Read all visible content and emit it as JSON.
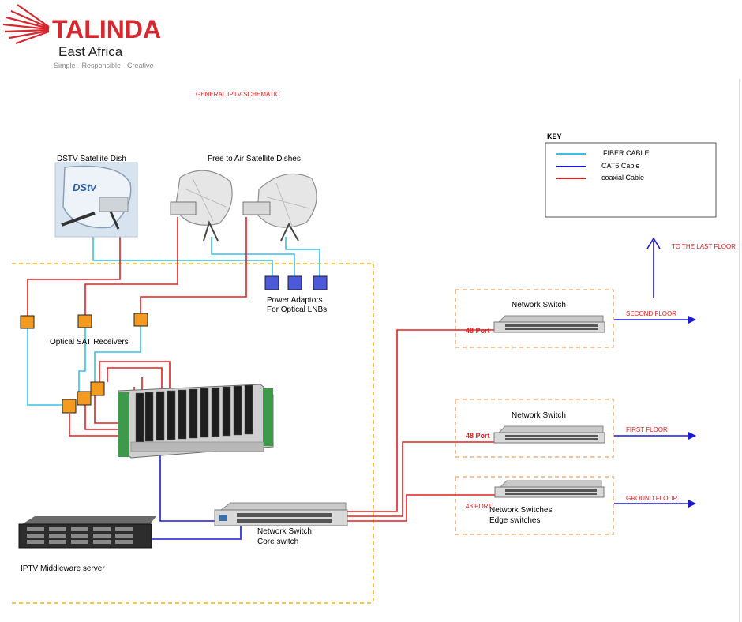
{
  "brand": {
    "name": "TALINDA",
    "region": "East Africa",
    "tagline": "Simple · Responsible · Creative"
  },
  "title": "GENERAL IPTV SCHEMATIC",
  "key": {
    "heading": "KEY",
    "items": [
      {
        "label": "FIBER CABLE",
        "color": "#36c1e8"
      },
      {
        "label": "CAT6 Cable",
        "color": "#1a1ad6"
      },
      {
        "label": "coaxial Cable",
        "color": "#e32020"
      }
    ]
  },
  "labels": {
    "dstv_dish": "DSTV Satellite Dish",
    "dstv_logo": "DStv",
    "fta_dishes": "Free to Air Satellite Dishes",
    "power_adaptors_1": "Power Adaptors",
    "power_adaptors_2": "For Optical LNBs",
    "optical_receivers": "Optical SAT Receivers",
    "middleware_server": "IPTV Middleware server",
    "core_switch_1": "Network Switch",
    "core_switch_2": "Core switch",
    "switch_second": "Network Switch",
    "switch_first": "Network Switch",
    "switch_ground_1": "Network Switches",
    "switch_ground_2": "Edge switches",
    "port_second": "48 Port",
    "port_first": "48 Port",
    "port_ground": "48 PORT",
    "floor_last": "TO THE LAST FLOOR",
    "floor_second": "SECOND FLOOR",
    "floor_first": "FIRST FLOOR",
    "floor_ground": "GROUND FLOOR"
  },
  "colors": {
    "fiber": "#36c1e8",
    "cat6": "#1a1ad6",
    "coax": "#e32020",
    "boundary": "#f5b400",
    "switch_box": "#f0a060",
    "brand_red": "#d7282f",
    "receiver": "#f39a1f",
    "adaptor": "#4a5ad8"
  }
}
